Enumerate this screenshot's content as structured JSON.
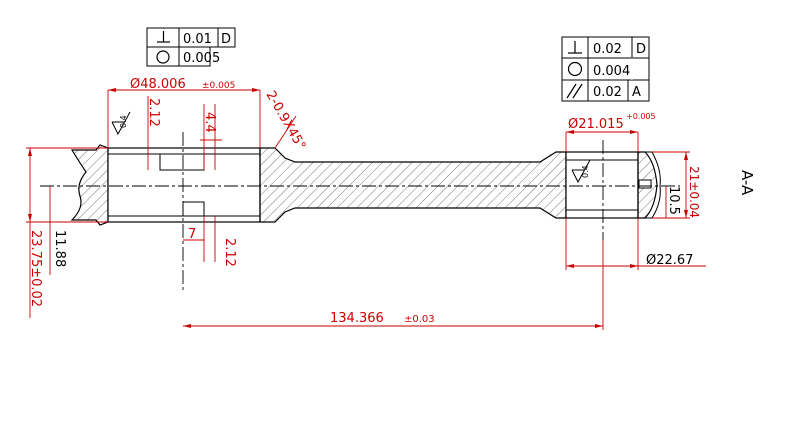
{
  "colors": {
    "outline": "#000000",
    "dimension": "#cc0000",
    "hatch": "#555555"
  },
  "section_label": "A-A",
  "fcf_left": {
    "rows": [
      {
        "symbol": "perpendicularity-icon",
        "value": "0.01",
        "datum": "D"
      },
      {
        "symbol": "circularity-icon",
        "value": "0.005",
        "datum": ""
      }
    ]
  },
  "fcf_right": {
    "rows": [
      {
        "symbol": "perpendicularity-icon",
        "value": "0.02",
        "datum": "D"
      },
      {
        "symbol": "circularity-icon",
        "value": "0.004",
        "datum": ""
      },
      {
        "symbol": "parallelism-icon",
        "value": "0.02",
        "datum": "A"
      }
    ]
  },
  "dimensions": {
    "big_end_dia": "Ø48.006",
    "big_end_dia_tol": "±0.005",
    "chamfer": "2-0.9X45°",
    "left_2_12_top": "2.12",
    "left_4_4": "4.4",
    "left_7": "7",
    "left_2_12_bottom": "2.12",
    "height_11_88": "11.88",
    "height_23_75": "23.75±0.02",
    "small_end_dia": "Ø21.015",
    "small_end_dia_tol": "+0.005",
    "width_21": "21±0.04",
    "width_10_5": "10.5",
    "outer_dia": "Ø22.67",
    "center_distance": "134.366",
    "center_distance_tol": "±0.03"
  },
  "roughness": {
    "left": "0.4",
    "right": "0.4"
  }
}
